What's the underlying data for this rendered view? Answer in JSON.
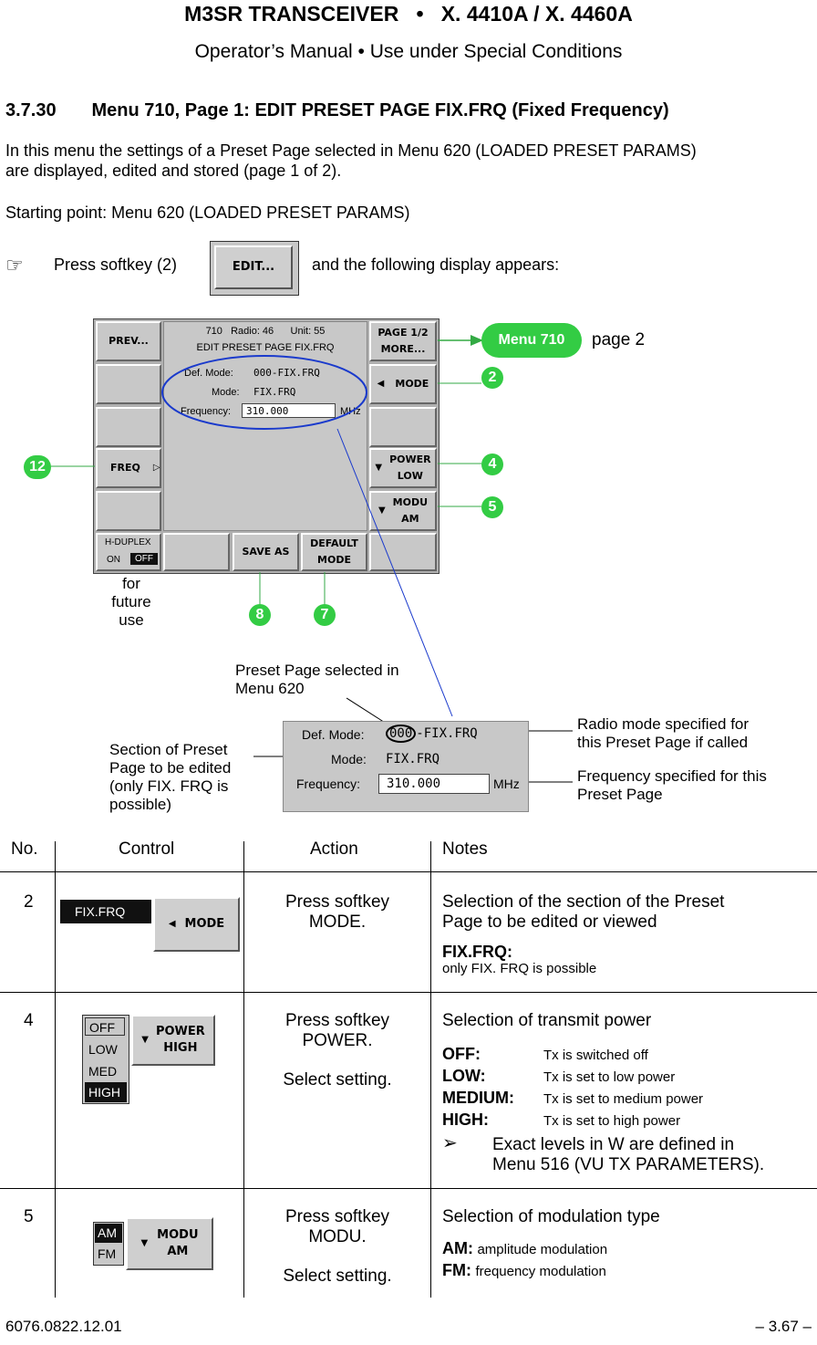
{
  "header": {
    "title": "M3SR TRANSCEIVER   •   X. 4410A / X. 4460A",
    "subtitle": "Operator’s Manual  •  Use under Special Conditions"
  },
  "section": {
    "title": "3.7.30       Menu 710, Page 1: EDIT PRESET PAGE FIX.FRQ (Fixed Frequency)",
    "intro_line1": "In this menu the settings of a Preset Page selected in Menu 620 (LOADED PRESET PARAMS)",
    "intro_line2": "are displayed, edited and stored (page 1 of 2).",
    "starting_point": "Starting point: Menu 620 (LOADED PRESET PARAMS)",
    "press_symbol": "☞",
    "press_text": "Press softkey (2)",
    "press_button": "EDIT...",
    "press_after": "and the following display appears:"
  },
  "screen": {
    "prev": "PREV...",
    "status_line": "710   Radio: 46      Unit: 55",
    "page_title": "EDIT PRESET PAGE FIX.FRQ",
    "page_btn_1": "PAGE 1/2",
    "page_btn_2": "MORE...",
    "def_mode_label": "Def. Mode:",
    "def_mode_value": "000-FIX.FRQ",
    "mode_label": "Mode:",
    "mode_value": "FIX.FRQ",
    "freq_label": "Frequency:",
    "freq_value": "310.000",
    "freq_unit": "MHz",
    "mode_btn": "MODE",
    "freq_btn": "FREQ",
    "power_btn_1": "POWER",
    "power_btn_2": "LOW",
    "modu_btn_1": "MODU",
    "modu_btn_2": "AM",
    "hduplex_label": "H-DUPLEX",
    "hduplex_on": "ON",
    "hduplex_off": "OFF",
    "save_as": "SAVE AS",
    "default_1": "DEFAULT",
    "default_2": "MODE"
  },
  "callouts": {
    "menu_badge": "Menu 710",
    "page2": "page 2",
    "n2": "2",
    "n4": "4",
    "n5": "5",
    "n12": "12",
    "n8": "8",
    "n7": "7",
    "future_1": "for",
    "future_2": "future",
    "future_3": "use",
    "preset_sel_1": "Preset Page selected in",
    "preset_sel_2": "Menu 620",
    "section_1": "Section of Preset",
    "section_2": "Page to be edited",
    "section_3": "(only FIX. FRQ is",
    "section_4": "possible)",
    "radio_mode_1": "Radio mode specified for",
    "radio_mode_2": "this Preset Page if called",
    "freq_spec_1": "Frequency specified for this",
    "freq_spec_2": "Preset Page",
    "zoom_def_label": "Def. Mode:",
    "zoom_def_value_a": "000",
    "zoom_def_value_b": "-FIX.FRQ",
    "zoom_mode_label": "Mode:",
    "zoom_mode_value": "FIX.FRQ",
    "zoom_freq_label": "Frequency:",
    "zoom_freq_value": "310.000",
    "zoom_freq_unit": "MHz"
  },
  "table": {
    "headers": [
      "No.",
      "Control",
      "Action",
      "Notes"
    ],
    "rows": [
      {
        "no": "2",
        "ctrl_field": "FIX.FRQ",
        "ctrl_btn": "MODE",
        "action_1": "Press softkey",
        "action_2": "MODE.",
        "note_title_1": "Selection of the section of the Preset",
        "note_title_2": "Page to be edited or viewed",
        "note_label": "FIX.FRQ:",
        "note_text": "only FIX. FRQ is possible"
      },
      {
        "no": "4",
        "ctrl_opts": [
          "OFF",
          "LOW",
          "MED",
          "HIGH"
        ],
        "ctrl_btn_1": "POWER",
        "ctrl_btn_2": "HIGH",
        "action_1": "Press softkey",
        "action_2": "POWER.",
        "action_3": "Select setting.",
        "note_title": "Selection of transmit power",
        "items": [
          {
            "label": "OFF:",
            "text": "Tx is switched off"
          },
          {
            "label": "LOW:",
            "text": "Tx is set to low power"
          },
          {
            "label": "MEDIUM:",
            "text": "Tx is set to medium power"
          },
          {
            "label": "HIGH:",
            "text": "Tx is set to high power"
          }
        ],
        "arrow": "➢",
        "hint_1": "Exact levels in W are defined in",
        "hint_2": "Menu 516 (VU TX PARAMETERS)."
      },
      {
        "no": "5",
        "ctrl_opts": [
          "AM",
          "FM"
        ],
        "ctrl_btn_1": "MODU",
        "ctrl_btn_2": "AM",
        "action_1": "Press softkey",
        "action_2": "MODU.",
        "action_3": "Select setting.",
        "note_title": "Selection of modulation type",
        "am_label": "AM:",
        "am_text": "amplitude modulation",
        "fm_label": "FM:",
        "fm_text": "frequency modulation"
      }
    ]
  },
  "footer": {
    "doc_no": "6076.0822.12.01",
    "page_no": "– 3.67 –"
  }
}
